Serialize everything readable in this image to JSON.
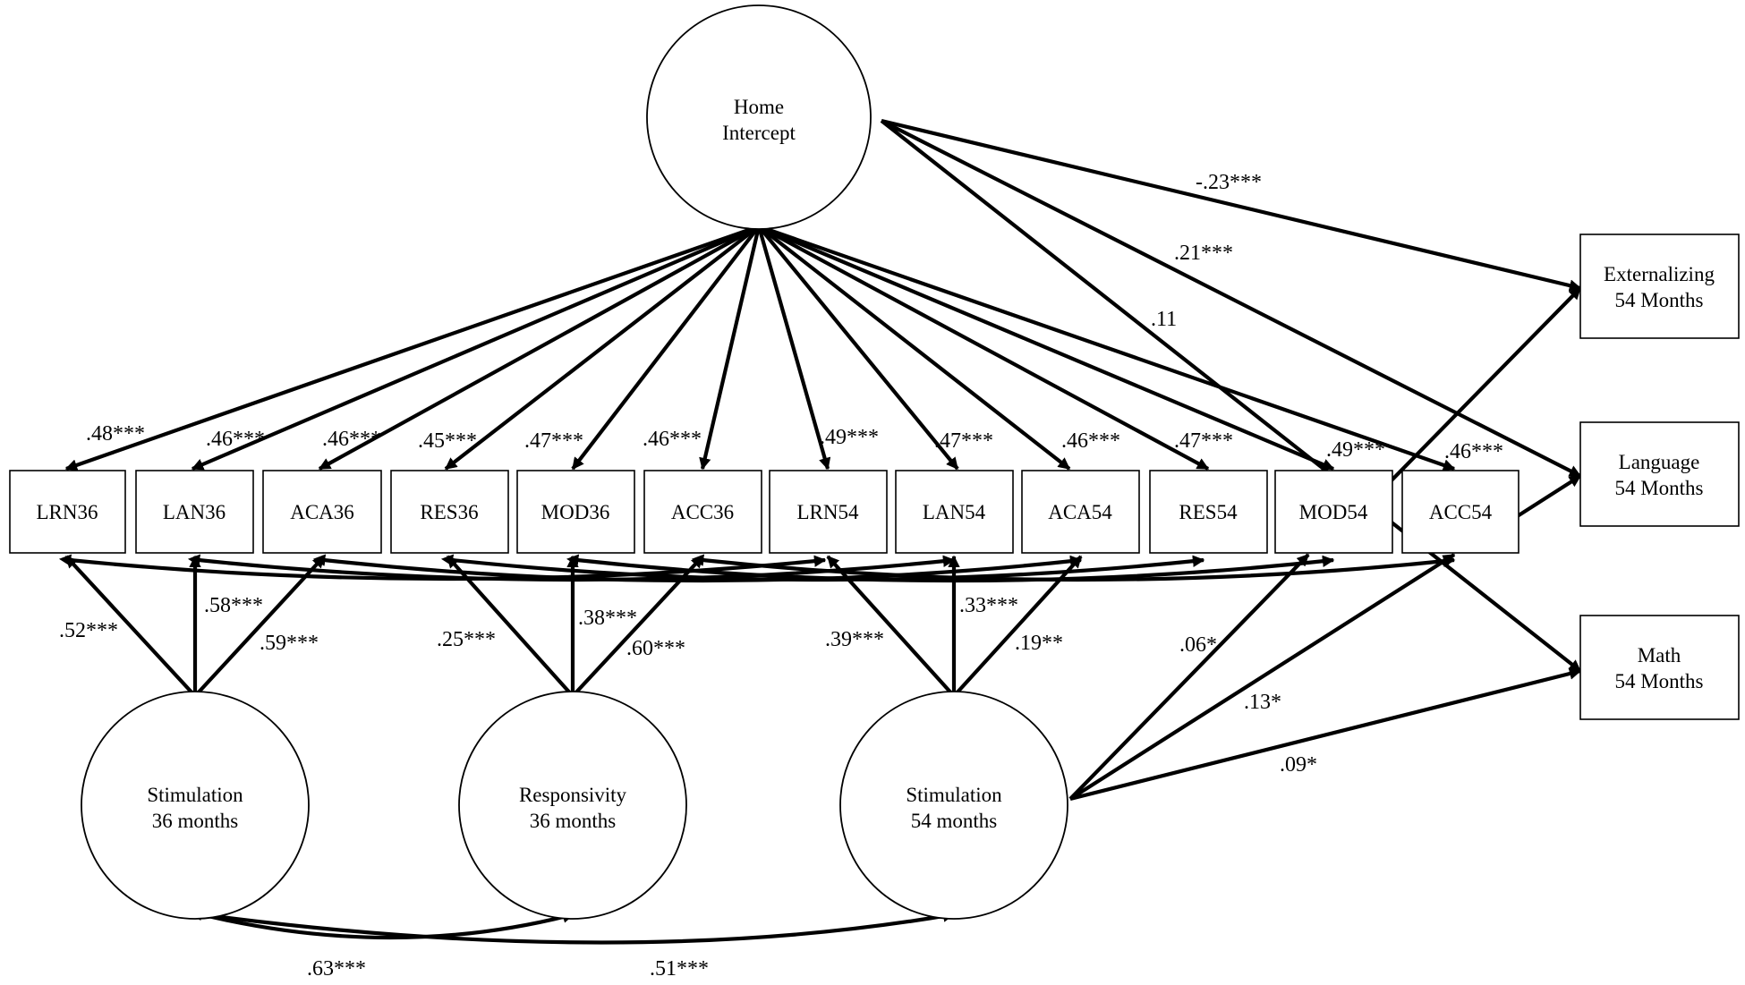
{
  "latents": {
    "intercept": [
      "Home",
      "Intercept"
    ],
    "stim36": [
      "Stimulation",
      "36 months"
    ],
    "resp36": [
      "Responsivity",
      "36 months"
    ],
    "stim54": [
      "Stimulation",
      "54 months"
    ]
  },
  "indicators": [
    "LRN36",
    "LAN36",
    "ACA36",
    "RES36",
    "MOD36",
    "ACC36",
    "LRN54",
    "LAN54",
    "ACA54",
    "RES54",
    "MOD54",
    "ACC54"
  ],
  "outcomes": {
    "ext": [
      "Externalizing",
      "54 Months"
    ],
    "lang": [
      "Language",
      "54 Months"
    ],
    "math": [
      "Math",
      "54 Months"
    ]
  },
  "intercept_loadings": [
    ".48***",
    ".46***",
    ".46***",
    ".45***",
    ".47***",
    ".46***",
    ".49***",
    ".47***",
    ".46***",
    ".47***",
    ".49***",
    ".46***"
  ],
  "stim36_loadings": [
    ".52***",
    ".58***",
    ".59***"
  ],
  "resp36_loadings": [
    ".25***",
    ".38***",
    ".60***"
  ],
  "stim54_loadings": [
    ".39***",
    ".33***",
    ".19**"
  ],
  "stim54_cross_loadings": [
    ".06*",
    ".13*"
  ],
  "intercept_outcome_paths": [
    "-.23***",
    ".21***",
    ".11"
  ],
  "stim54_math_path": ".09*",
  "covariances": [
    ".63***",
    ".51***"
  ]
}
